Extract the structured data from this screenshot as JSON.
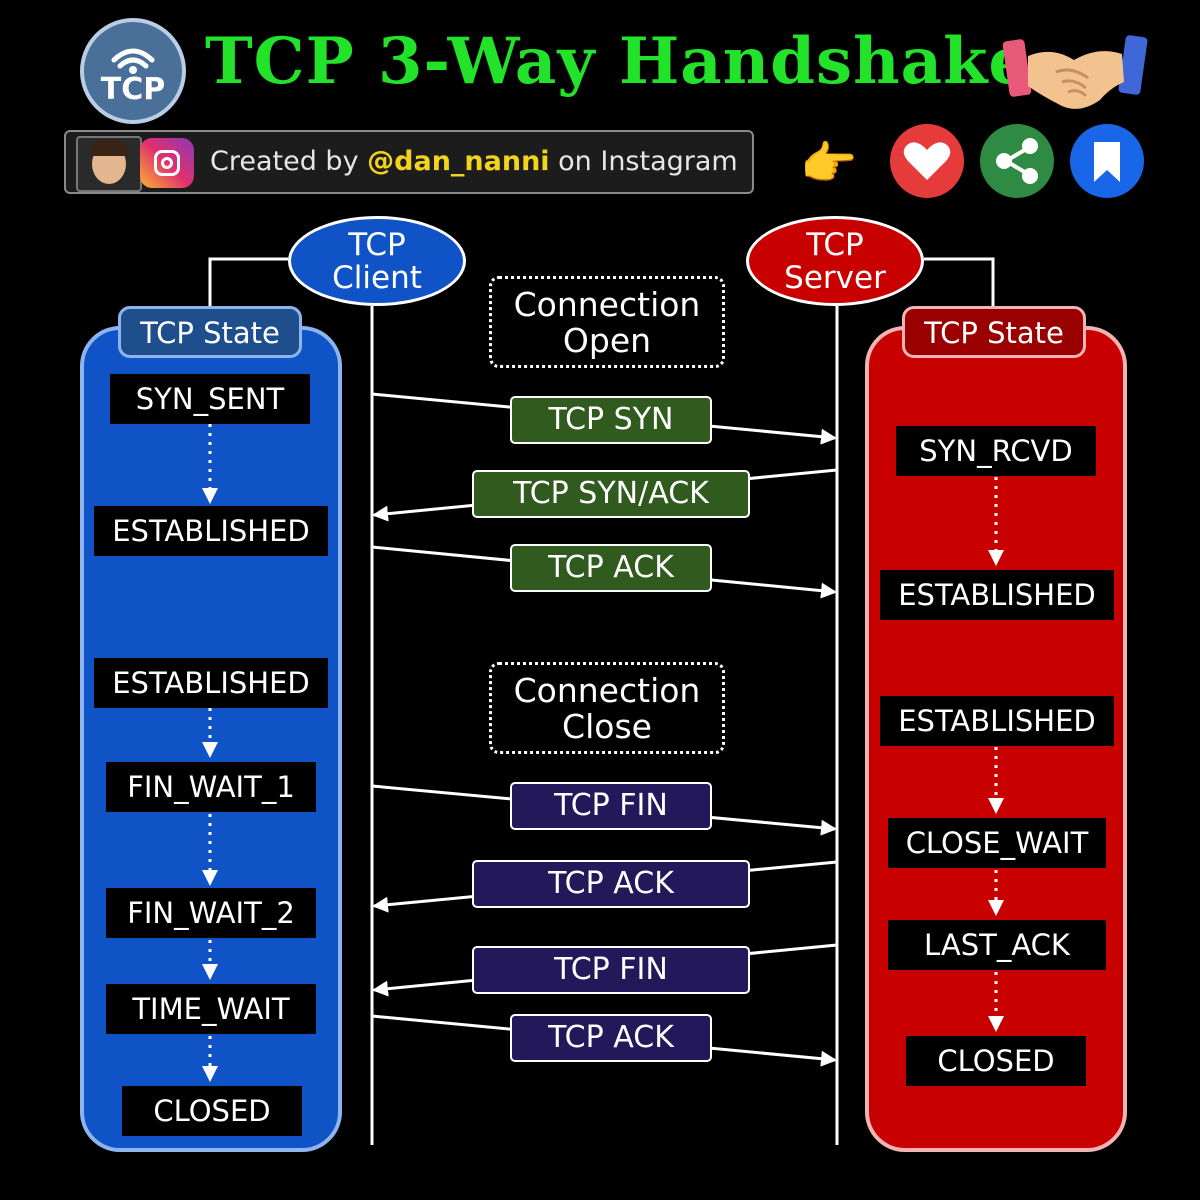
{
  "title": "TCP 3-Way  Handshake",
  "logo": {
    "text": "TCP",
    "icon": "wifi-icon"
  },
  "credit": {
    "prefix": "Created by ",
    "handle": "@dan_nanni",
    "suffix": " on Instagram"
  },
  "social_icons": [
    "pointing-hand-icon",
    "heart-icon",
    "share-icon",
    "bookmark-icon"
  ],
  "client": {
    "line1": "TCP",
    "line2": "Client",
    "state_label": "TCP State",
    "states": [
      "SYN_SENT",
      "ESTABLISHED",
      "ESTABLISHED",
      "FIN_WAIT_1",
      "FIN_WAIT_2",
      "TIME_WAIT",
      "CLOSED"
    ]
  },
  "server": {
    "line1": "TCP",
    "line2": "Server",
    "state_label": "TCP State",
    "states": [
      "SYN_RCVD",
      "ESTABLISHED",
      "ESTABLISHED",
      "CLOSE_WAIT",
      "LAST_ACK",
      "CLOSED"
    ]
  },
  "phases": {
    "open": [
      "Connection",
      "Open"
    ],
    "close": [
      "Connection",
      "Close"
    ]
  },
  "messages": [
    "TCP SYN",
    "TCP SYN/ACK",
    "TCP ACK",
    "TCP FIN",
    "TCP ACK",
    "TCP FIN",
    "TCP ACK"
  ],
  "colors": {
    "title": "#22e32a",
    "client": "#1053c6",
    "server": "#c80000",
    "open_msg": "#305a1e",
    "close_msg": "#23195a",
    "handle": "#f2d41c"
  }
}
